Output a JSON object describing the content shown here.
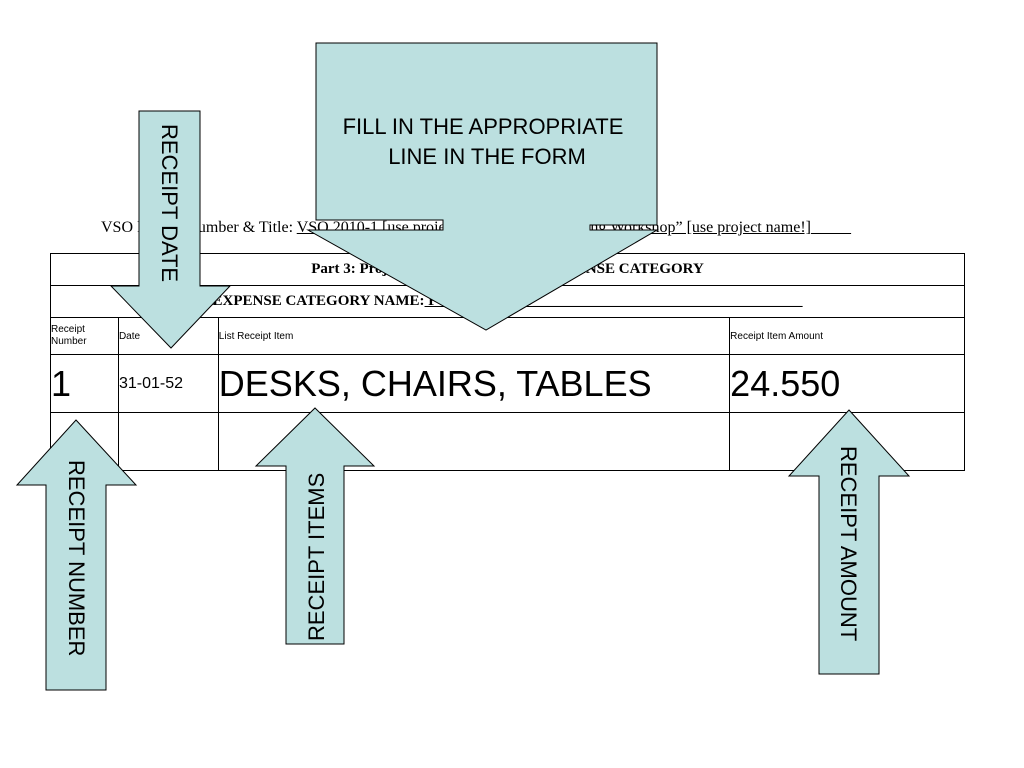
{
  "report": {
    "title": "Project Accounting Report",
    "vso_prefix": "VSO Project Number & Title: ",
    "vso_value": "VSO 2010-1 [use  project number!] “Accounting Workshop” [use project name!]",
    "vso_trail": "_____"
  },
  "table": {
    "part_title": "Part 3:  Project Receipts by MAJOR EXPENSE CATEGORY",
    "category_prefix": "EXPENSE CATEGORY NAME:",
    "category_value": "  FURNISHINGS",
    "category_trail": "____________________________________",
    "headers": {
      "receipt_number": "Receipt Number",
      "date": "Date",
      "list_item": "List Receipt Item",
      "amount": "Receipt Item Amount"
    },
    "rows": [
      {
        "number": "1",
        "date": "31-01-52",
        "item": "DESKS, CHAIRS, TABLES",
        "amount": "24.550"
      }
    ]
  },
  "callouts": {
    "fill_in": [
      "FILL IN THE APPROPRIATE",
      "LINE IN THE FORM"
    ],
    "receipt_date": "RECEIPT DATE",
    "receipt_number": "RECEIPT NUMBER",
    "receipt_items": "RECEIPT ITEMS",
    "receipt_amount": "RECEIPT AMOUNT"
  },
  "colors": {
    "callout_fill": "#bce0e0",
    "callout_stroke": "#000000"
  }
}
